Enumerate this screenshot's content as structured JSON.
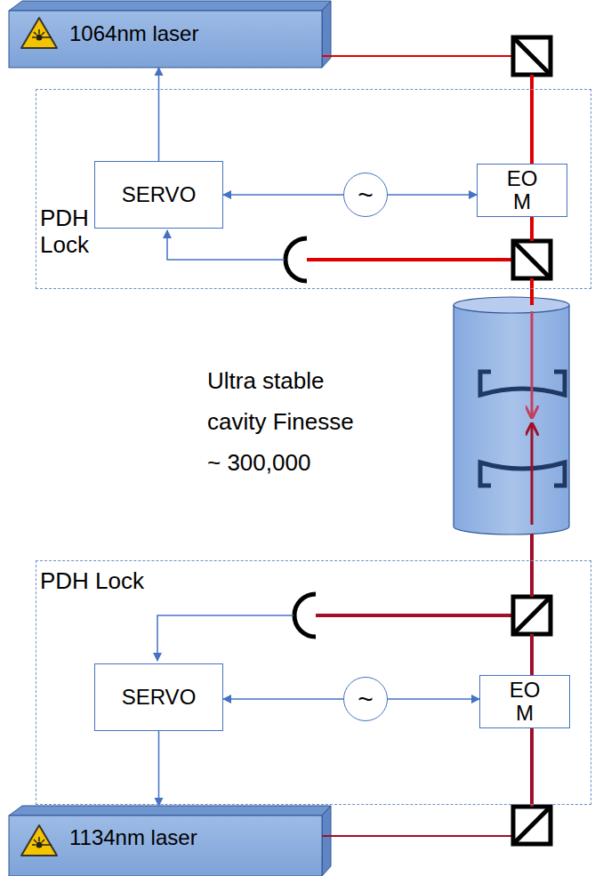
{
  "diagram": {
    "nodes": [
      {
        "text": [
          "1064nm laser"
        ]
      },
      {
        "text": [
          "PDH Lock"
        ]
      },
      {
        "text": [
          "SERVO"
        ],
        "in": 1
      },
      {
        "text": [
          "~"
        ],
        "in": 1
      },
      {
        "text": [
          "EOM"
        ],
        "in": 1
      },
      {
        "text": [
          "PDH Lock"
        ]
      },
      {
        "text": [
          "SERVO"
        ],
        "in": 5
      },
      {
        "text": [
          "~"
        ],
        "in": 5
      },
      {
        "text": [
          "EOM"
        ],
        "in": 5
      },
      {
        "text": [
          "1134nm laser"
        ]
      }
    ],
    "edges": [
      {
        "from": 2,
        "to": 0,
        "arrow": "to"
      },
      {
        "from": 3,
        "to": 2,
        "arrow": "to"
      },
      {
        "from": 3,
        "to": 4,
        "arrow": "to"
      },
      {
        "from": 7,
        "to": 6,
        "arrow": "to"
      },
      {
        "from": 7,
        "to": 8,
        "arrow": "to"
      },
      {
        "from": 6,
        "to": 9,
        "arrow": "to"
      }
    ],
    "labels": [
      "Ultra stable cavity Finesse ~ 300,000"
    ]
  }
}
